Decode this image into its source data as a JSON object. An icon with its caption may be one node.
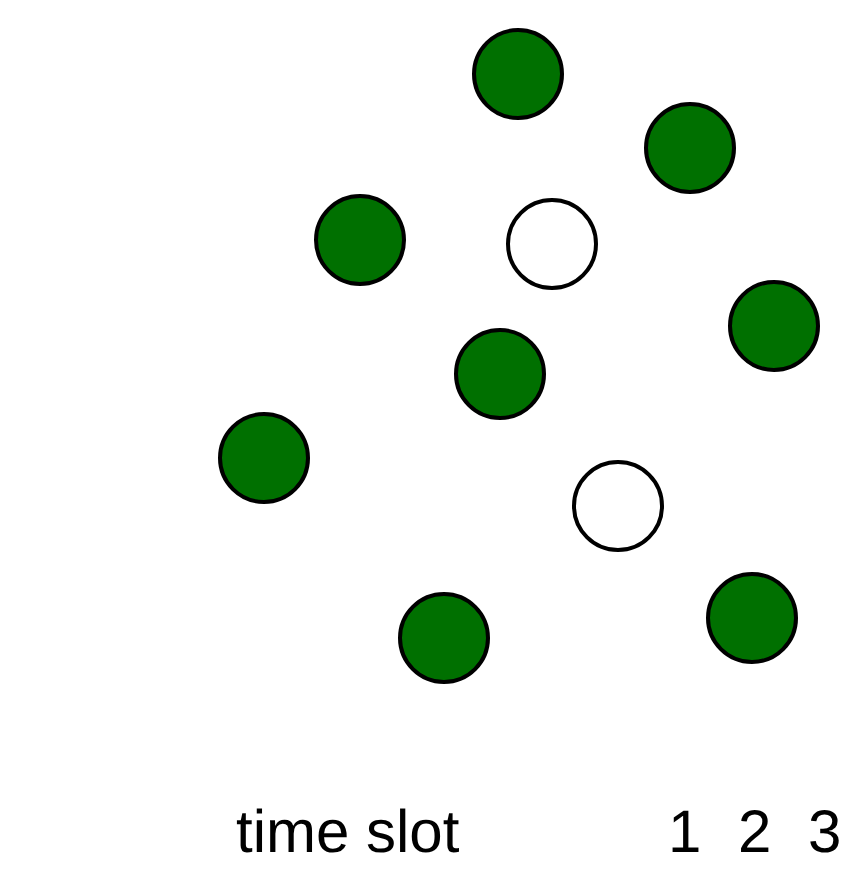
{
  "diagram": {
    "nodes": [
      {
        "text": [],
        "shape": "circle"
      },
      {
        "text": [],
        "shape": "circle"
      },
      {
        "text": [],
        "shape": "circle"
      },
      {
        "text": [],
        "shape": "circle"
      },
      {
        "text": [],
        "shape": "circle"
      },
      {
        "text": [],
        "shape": "circle"
      },
      {
        "text": [],
        "shape": "circle"
      },
      {
        "text": [],
        "shape": "circle"
      },
      {
        "text": [],
        "shape": "circle"
      },
      {
        "text": [],
        "shape": "circle"
      }
    ],
    "edges": [],
    "labels": [
      "time slot",
      "1",
      "2",
      "3"
    ]
  }
}
